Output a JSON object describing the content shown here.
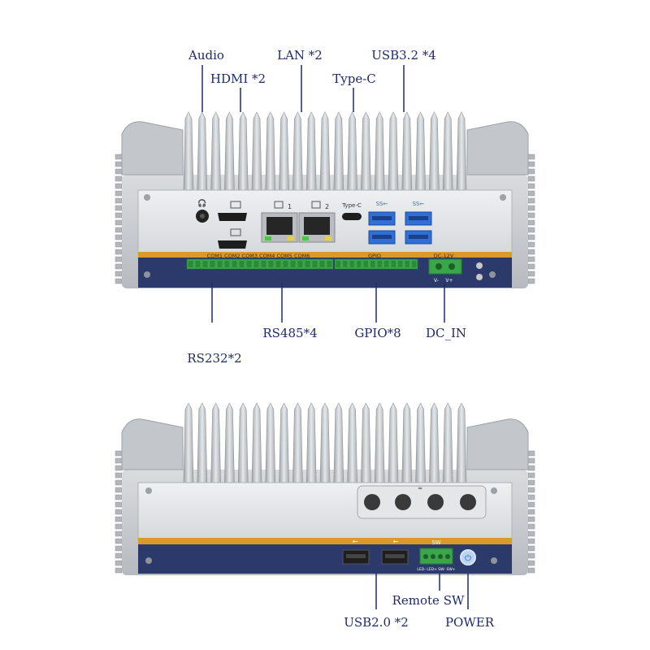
{
  "front_labels": {
    "audio": "Audio",
    "hdmi": "HDMI *2",
    "lan": "LAN *2",
    "typec": "Type-C",
    "usb32": "USB3.2 *4",
    "rs232": "RS232*2",
    "rs485": "RS485*4",
    "gpio": "GPIO*8",
    "dcin": "DC_IN"
  },
  "rear_labels": {
    "remote_sw": "Remote SW",
    "usb20": "USB2.0 *2",
    "power": "POWER"
  },
  "panel_text": {
    "lan1": "1",
    "lan2": "2",
    "typec_small": "Type-C",
    "ss1": "SS←",
    "ss2": "SS←",
    "com_header": "COM1  COM2  COM3  COM4  COM5  COM6",
    "gpio_header": "GPIO",
    "dc_header": "DC-12V",
    "v_minus": "V-",
    "v_plus": "V+",
    "sw_header": "SW",
    "sw_pins": "LED- LED+ SW- SW+"
  },
  "colors": {
    "label_blue": "#1e2a6e",
    "panel_navy": "#2b3a6b",
    "panel_orange": "#d89a2c",
    "terminal_green": "#3aa64a",
    "usb_blue": "#2f6fd6",
    "heatsink_gray": "#c9ccd0"
  }
}
